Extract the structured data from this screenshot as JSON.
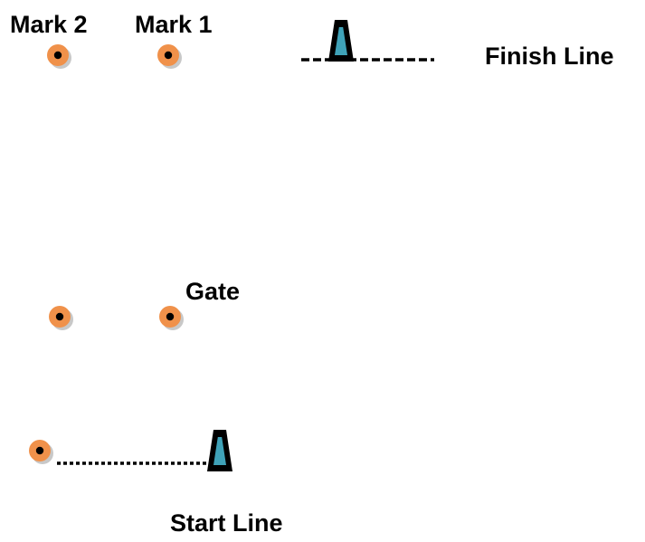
{
  "labels": {
    "mark2": "Mark 2",
    "mark1": "Mark 1",
    "finish_line": "Finish Line",
    "gate": "Gate",
    "start_line": "Start Line"
  },
  "colors": {
    "buoy_fill": "#f0914a",
    "buoy_shadow": "#c8c8c8",
    "buoy_center": "#000000",
    "boat_fill": "#3fa2b8",
    "boat_outline": "#000000",
    "line": "#000000",
    "text": "#000000"
  },
  "icons": {
    "buoy": "orange-buoy-icon",
    "committee_boat": "committee-boat-icon"
  }
}
